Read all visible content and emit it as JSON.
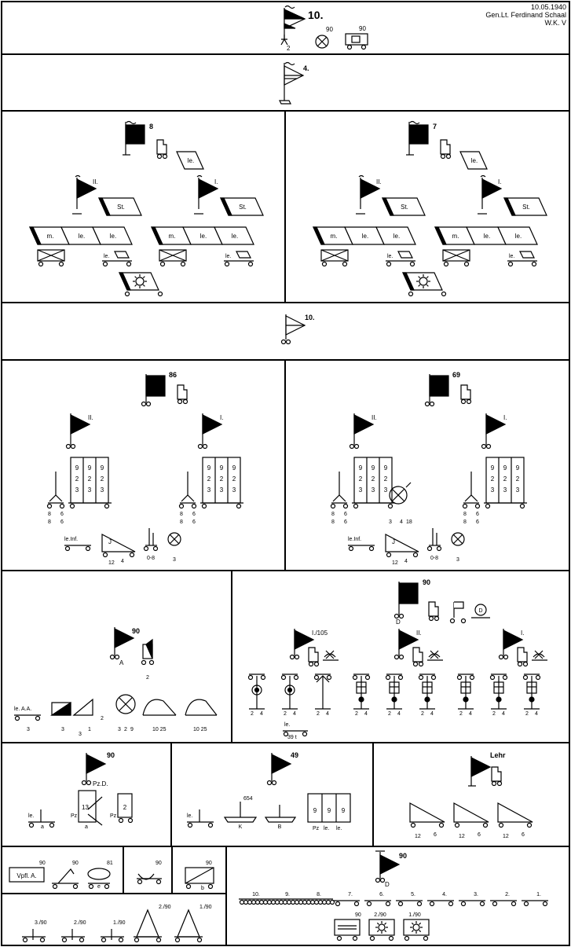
{
  "header": {
    "date": "10.05.1940",
    "commander": "Gen.Lt. Ferdinand Schaal",
    "corps": "W.K. V"
  },
  "division": {
    "number": "10.",
    "sub_2": "2",
    "artillery_90": "90",
    "vehicle_90": "90"
  },
  "brigade_4": {
    "number": "4."
  },
  "panzer_regiments": [
    {
      "number": "8",
      "hq_le": "le.",
      "battalions": [
        {
          "label": "II.",
          "staff": "St.",
          "companies": [
            "m.",
            "le.",
            "le."
          ],
          "le_tag": "le."
        },
        {
          "label": "I.",
          "staff": "St.",
          "companies": [
            "m.",
            "le.",
            "le."
          ],
          "le_tag": "le."
        }
      ]
    },
    {
      "number": "7",
      "hq_le": "le.",
      "battalions": [
        {
          "label": "II.",
          "staff": "St.",
          "companies": [
            "m.",
            "le.",
            "le."
          ],
          "le_tag": "le."
        },
        {
          "label": "I.",
          "staff": "St.",
          "companies": [
            "m.",
            "le.",
            "le."
          ],
          "le_tag": "le."
        }
      ]
    }
  ],
  "brigade_10": {
    "number": "10."
  },
  "infantry_regiments": [
    {
      "number": "86",
      "battalions": [
        {
          "label": "II.",
          "sub": [
            "8",
            "6"
          ],
          "cols": [
            "9",
            "2",
            "3"
          ]
        },
        {
          "label": "I.",
          "sub": [
            "8",
            "6"
          ],
          "cols": [
            "9",
            "2",
            "3"
          ]
        }
      ],
      "le_inf": "le.Inf.",
      "gun_j": "J",
      "gun_sub": [
        "12",
        "4"
      ],
      "range": "0-8",
      "aa_sub": "3"
    },
    {
      "number": "69",
      "battalions": [
        {
          "label": "II.",
          "sub": [
            "8",
            "6"
          ],
          "cols": [
            "9",
            "2",
            "3"
          ],
          "extra": [
            "3",
            "4",
            "18"
          ]
        },
        {
          "label": "I.",
          "sub": [
            "8",
            "6"
          ],
          "cols": [
            "9",
            "2",
            "3"
          ]
        }
      ],
      "le_inf": "le.Inf.",
      "gun_j": "J",
      "gun_sub": [
        "12",
        "4"
      ],
      "range": "0-8",
      "aa_sub": "3"
    }
  ],
  "recon": {
    "number": "90",
    "a_label": "A",
    "sub_2": "2",
    "le_aa": "le. A.A.",
    "nums": [
      "3",
      "3",
      "1",
      "2",
      "3",
      "2",
      "9",
      "10",
      "25",
      "10",
      "25"
    ]
  },
  "artillery": {
    "number": "90",
    "d_label": "D",
    "battalions": [
      {
        "label": "I./105",
        "guns": [
          [
            "2",
            "4"
          ],
          [
            "2",
            "4"
          ],
          [
            "2",
            "4"
          ]
        ]
      },
      {
        "label": "II.",
        "guns": [
          [
            "2",
            "4"
          ],
          [
            "2",
            "4"
          ],
          [
            "2",
            "4"
          ]
        ]
      },
      {
        "label": "I.",
        "guns": [
          [
            "2",
            "4"
          ],
          [
            "2",
            "4"
          ],
          [
            "2",
            "4"
          ]
        ]
      }
    ],
    "le_tag": "le.",
    "tonnage": "39 t"
  },
  "antitank": {
    "number": "90",
    "pzd": "Pz.D.",
    "le": "le.",
    "a": "a",
    "pz": "Pz",
    "num13": "13",
    "num2": "2"
  },
  "signals": {
    "number": "49",
    "le": "le.",
    "k_sub": "K",
    "b_sub": "B",
    "num654": "654",
    "pz": "Pz",
    "le2": "le.",
    "le3": "le.",
    "cols": [
      "9",
      "9",
      "9"
    ]
  },
  "lehr": {
    "label": "Lehr",
    "guns": [
      [
        "12",
        "6"
      ],
      [
        "12",
        "6"
      ],
      [
        "12",
        "6"
      ]
    ]
  },
  "bottom": {
    "vpfl": "Vpfl. A.",
    "n90a": "90",
    "n90b": "90",
    "n81": "81",
    "e": "e",
    "n90c": "90",
    "n90d": "90",
    "b": "b",
    "units": [
      "3./90",
      "2./90",
      "1./90",
      "2./90",
      "1./90"
    ]
  },
  "supply": {
    "number": "90",
    "d": "D",
    "columns": [
      "10.",
      "9.",
      "8.",
      "7.",
      "6.",
      "5.",
      "4.",
      "3.",
      "2.",
      "1."
    ],
    "bottom_labels": [
      "90",
      "2./90",
      "1./90"
    ]
  }
}
